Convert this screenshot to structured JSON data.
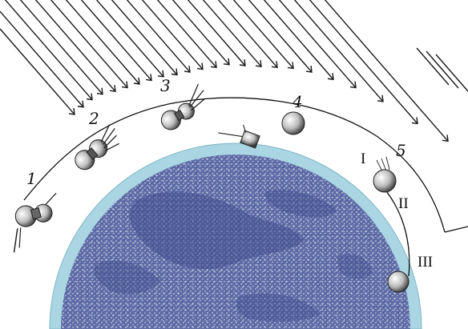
{
  "diagram": {
    "stage_labels": [
      "1",
      "2",
      "3",
      "4",
      "5"
    ],
    "orbit_labels": [
      "I",
      "II",
      "III"
    ],
    "colors": {
      "background": "#ffffff",
      "ink": "#111111",
      "atmosphere": "#a9d6e2",
      "earth": "#5d6ca6",
      "earth_speckle": "#c9cde4"
    },
    "icons": [
      "incoming-ray-icon",
      "spacecraft-icon",
      "capsule-icon",
      "earth-globe-icon"
    ]
  }
}
